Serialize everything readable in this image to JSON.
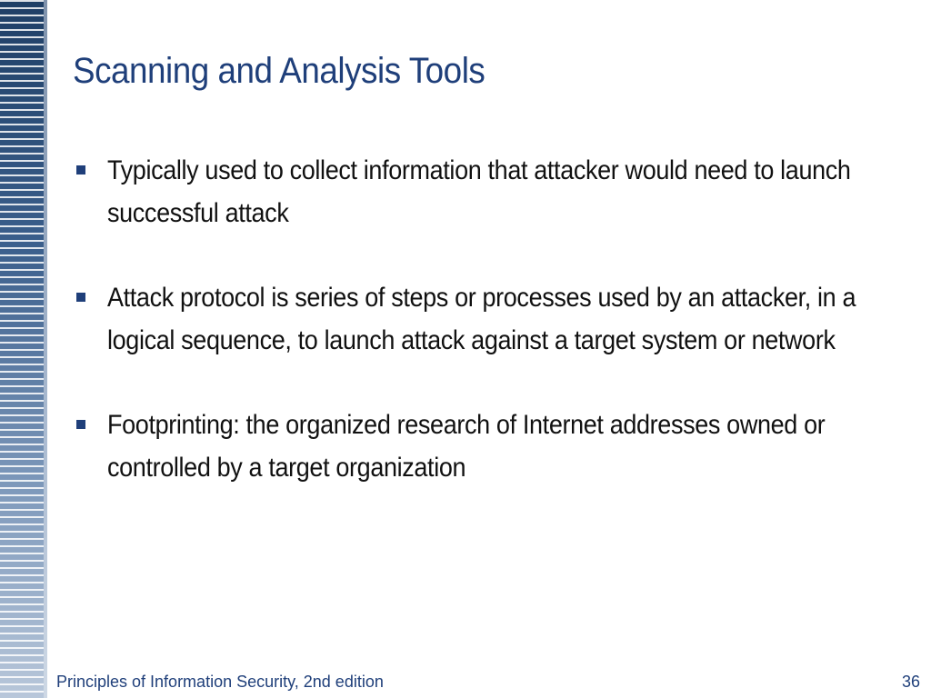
{
  "slide": {
    "title": "Scanning and Analysis Tools",
    "bullets": [
      {
        "text": "Typically used to collect information that attacker would need to launch successful attack"
      },
      {
        "text": "Attack protocol is series of steps or processes used by an attacker, in a logical sequence, to launch attack against a target system or network"
      },
      {
        "text": "Footprinting: the organized research of Internet addresses owned or controlled by a target organization"
      }
    ]
  },
  "footer": {
    "text": "Principles of Information Security, 2nd edition",
    "page_number": "36"
  },
  "colors": {
    "title": "#1f3f7a",
    "bullet_marker": "#1f3f7a",
    "stripe_dark": "#1f3f66",
    "stripe_light": "#b8c7da"
  }
}
